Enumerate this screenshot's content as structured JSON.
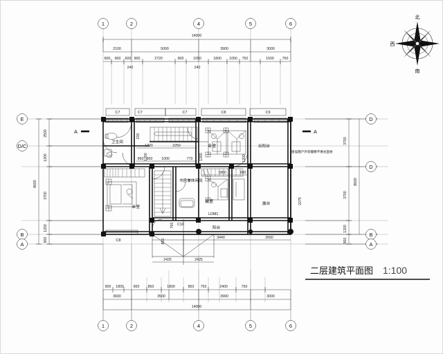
{
  "drawing": {
    "title": "二层建筑平面图",
    "scale": "1:100",
    "sheet_type": "architectural-floor-plan"
  },
  "compass": {
    "north": "北",
    "west": "西",
    "south": "南"
  },
  "axes": {
    "top": [
      "1",
      "2",
      "4",
      "5",
      "6"
    ],
    "bottom": [
      "1",
      "2",
      "4",
      "5",
      "6"
    ],
    "left": [
      "E",
      "D/C",
      "B",
      "A"
    ],
    "right": [
      "D",
      "D",
      "B",
      "A"
    ]
  },
  "dimensions": {
    "top_detail": [
      "600",
      "900",
      "600",
      "900",
      "2720",
      "900",
      "1050",
      "1800",
      "1050",
      "750",
      "1500",
      "750"
    ],
    "top_mid": [
      "2100",
      "5000",
      "3900",
      "3000"
    ],
    "top_total": "14000",
    "top_wall_notes": [
      "240",
      "240"
    ],
    "bottom_detail": [
      "900",
      "1800",
      "900",
      "850",
      "1800",
      "850",
      "750",
      "2400",
      "750"
    ],
    "bottom_mid": [
      "3600",
      "3500",
      "3900",
      "3000"
    ],
    "bottom_total": "14000",
    "left_detail": [
      "2500",
      "1200",
      "3700",
      "1200",
      "900"
    ],
    "left_total": "8600",
    "right_detail": [
      "3700",
      "3700",
      "1200",
      "900"
    ],
    "right_total": "8600",
    "interior": [
      "1320",
      "2250",
      "960",
      "900",
      "1000",
      "770",
      "1860",
      "900",
      "3440",
      "2650",
      "2275",
      "700",
      "850",
      "2425",
      "2425",
      "230",
      "1200",
      "1200",
      "1200"
    ]
  },
  "rooms": [
    {
      "label": "卧室",
      "name": "bedroom-left"
    },
    {
      "label": "卧室",
      "name": "bedroom-mid-upper"
    },
    {
      "label": "卧室",
      "name": "bedroom-mid-lower"
    },
    {
      "label": "卫生间",
      "name": "bathroom-upper-left"
    },
    {
      "label": "书房兼休闲间",
      "name": "study-lounge"
    },
    {
      "label": "出阳台",
      "name": "out-balcony"
    },
    {
      "label": "露台",
      "name": "terrace-right"
    },
    {
      "label": "阳台",
      "name": "balcony-bottom"
    }
  ],
  "windows": [
    {
      "label": "C7",
      "name": "window-c7-a"
    },
    {
      "label": "C7",
      "name": "window-c7-b"
    },
    {
      "label": "C7",
      "name": "window-c7-c"
    },
    {
      "label": "C8",
      "name": "window-c8-top"
    },
    {
      "label": "C9",
      "name": "window-c9"
    },
    {
      "label": "C8",
      "name": "window-c8-bottom"
    },
    {
      "label": "C10",
      "name": "window-c10"
    },
    {
      "label": "LDM1",
      "name": "door-ldm1"
    }
  ],
  "section_marks": [
    {
      "label": "A",
      "name": "section-mark-a-left"
    },
    {
      "label": "A",
      "name": "section-mark-a-right"
    }
  ],
  "notes": [
    {
      "text": "屋设施户外装摄像不要光直射",
      "name": "annotation-right"
    }
  ],
  "colors": {
    "line": "#111111",
    "grid": "#888888",
    "paper": "#fdfdfd"
  }
}
